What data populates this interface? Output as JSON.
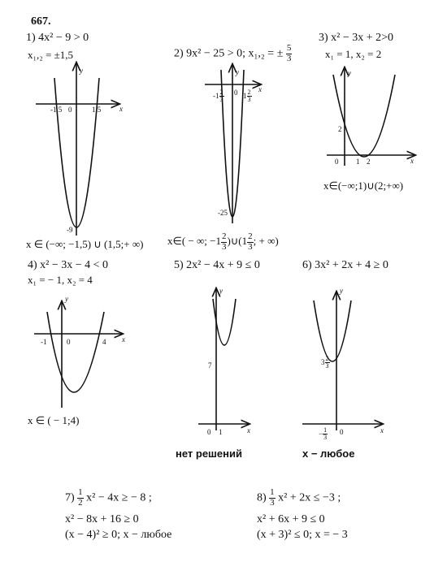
{
  "problem_number": "667.",
  "p1": {
    "num": "1)",
    "inequality": "4x² − 9 > 0",
    "roots": "x₁,₂ = ±1,5",
    "ticks": [
      "-1.5",
      "0",
      "1.5"
    ],
    "vertex_label": "-9",
    "answer": "x ∈ (−∞; −1,5) ∪ (1,5;+ ∞)"
  },
  "p2": {
    "num": "2)",
    "inequality": "9x² − 25 > 0; x₁,₂ = ±",
    "root_num": "5",
    "root_den": "3",
    "tick_neg": "-1",
    "tick_zero": "0",
    "tick_pos": "1",
    "tick_frac_num": "2",
    "tick_frac_den": "3",
    "vertex_label": "-25",
    "answer_start": "x∈( − ∞; −1",
    "answer_mid": ")∪(1",
    "answer_end": "; + ∞)"
  },
  "p3": {
    "num": "3)",
    "inequality": "x² − 3x + 2>0",
    "roots": "x₁ = 1, x₂ = 2",
    "tick_y": "2",
    "ticks": [
      "0",
      "1",
      "2"
    ],
    "answer": "x∈(−∞;1)∪(2;+∞)"
  },
  "p4": {
    "num": "4)",
    "inequality": "x² − 3x − 4 < 0",
    "roots": "x₁ = − 1, x₂ = 4",
    "ticks": [
      "-1",
      "0",
      "4"
    ],
    "answer": "x ∈ ( − 1;4)"
  },
  "p5": {
    "num": "5)",
    "inequality": "2x² − 4x + 9 ≤ 0",
    "tick_y": "7",
    "ticks": [
      "0",
      "1"
    ],
    "answer": "нет решений"
  },
  "p6": {
    "num": "6)",
    "inequality": "3x² + 2x + 4 ≥ 0",
    "tick_y_whole": "3",
    "tick_y_num": "2",
    "tick_y_den": "3",
    "tick_x_neg": "−",
    "tick_x_num": "1",
    "tick_x_den": "3",
    "tick_zero": "0",
    "answer": "x − любое"
  },
  "p7": {
    "num": "7)",
    "frac_num": "1",
    "frac_den": "2",
    "line1": "x² − 4x ≥ − 8 ;",
    "line2": "x² − 8x + 16 ≥ 0",
    "line3": "(x − 4)² ≥ 0; x − любое"
  },
  "p8": {
    "num": "8)",
    "frac_num": "1",
    "frac_den": "3",
    "line1": "x² + 2x ≤ −3 ;",
    "line2": "x² + 6x + 9 ≤ 0",
    "line3": "(x + 3)² ≤ 0; x = − 3"
  },
  "axis_x": "x",
  "axis_y": "y"
}
